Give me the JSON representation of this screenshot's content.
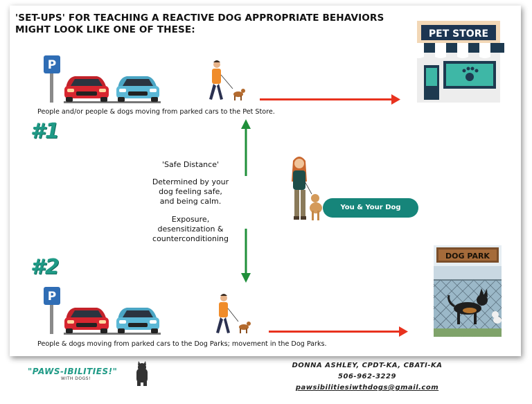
{
  "headline": {
    "line1": "'SET-UPS' FOR TEACHING A REACTIVE DOG APPROPRIATE BEHAVIORS",
    "line2": "MIGHT LOOK LIKE ONE OF THESE:"
  },
  "scenario1": {
    "number": "#1",
    "parking_sign": "P",
    "caption": "People and/or people & dogs moving from parked cars to the Pet Store.",
    "destination_sign": "PET STORE"
  },
  "scenario2": {
    "number": "#2",
    "parking_sign": "P",
    "caption": "People & dogs moving from parked cars to the Dog Parks; movement in the Dog Parks.",
    "destination_sign": "DOG PARK"
  },
  "center": {
    "title": "'Safe Distance'",
    "line1": "Determined by your",
    "line2": "dog feeling safe,",
    "line3": "and being calm.",
    "line4": "Exposure,",
    "line5": "desensitization &",
    "line6": "counterconditioning"
  },
  "you_badge": "You & Your  Dog",
  "footer": {
    "brand": "\"PAWS-IBILITIES!\"",
    "brand_sub": "WITH DOGS!",
    "name": "DONNA ASHLEY, CPDT-KA, CBATI-KA",
    "phone": "506-962-3229",
    "email": "pawsibilitiesiwthdogs@gmail.com"
  },
  "colors": {
    "arrow_red": "#e8321e",
    "arrow_green": "#1f8f3a",
    "teal": "#16857a",
    "car_red": "#d7262f",
    "car_blue": "#5cb8d6",
    "parking_blue": "#2f6db5"
  }
}
